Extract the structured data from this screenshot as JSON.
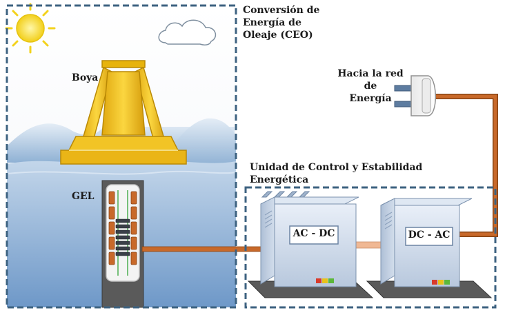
{
  "labels": {
    "ceo": "Conversión de\nEnergía de\nOleaje (CEO)",
    "buoy": "Boya",
    "gel": "GEL",
    "grid": "Hacia la red\nde\nEnergía",
    "control_unit": "Unidad de Control y Estabilidad\nEnergética",
    "ac_dc": "AC - DC",
    "dc_ac": "DC - AC"
  },
  "icons": {
    "sun": "sun-icon",
    "cloud": "cloud-icon",
    "plug": "plug-icon"
  },
  "colors": {
    "dashed_frame": "#3d6280",
    "buoy_yellow": "#f0bf1a",
    "cable_copper": "#c8692a",
    "ocean": "#9fbfdc",
    "converter_box": "#d8e2f0",
    "indicator_red": "#d93a2a",
    "indicator_yellow": "#e8c21a",
    "indicator_green": "#5cb83a"
  }
}
